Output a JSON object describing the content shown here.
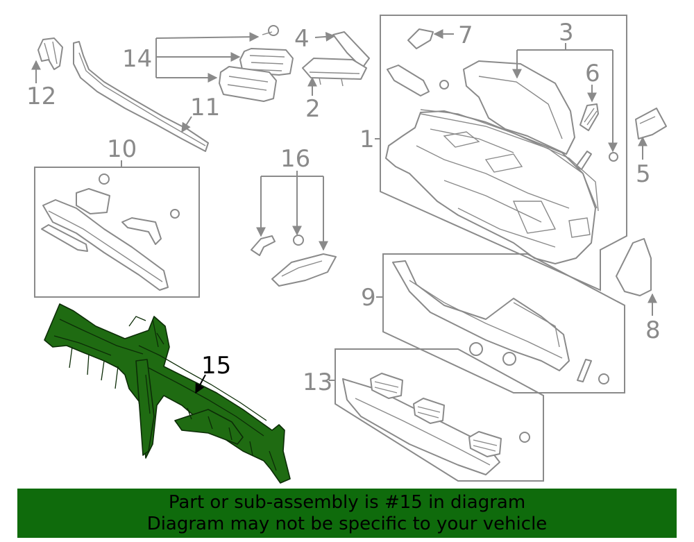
{
  "diagram": {
    "callouts": {
      "c1": "1",
      "c2": "2",
      "c3": "3",
      "c4": "4",
      "c5": "5",
      "c6": "6",
      "c7": "7",
      "c8": "8",
      "c9": "9",
      "c10": "10",
      "c11": "11",
      "c12": "12",
      "c13": "13",
      "c14": "14",
      "c15": "15",
      "c16": "16"
    },
    "highlighted_part": "15",
    "colors": {
      "highlight": "#1f6b12",
      "line": "#8a8a8a",
      "banner": "#0f6b0c"
    }
  },
  "banner": {
    "line1": "Part or sub-assembly is #15 in diagram",
    "line2": "Diagram may not be specific to your vehicle"
  }
}
